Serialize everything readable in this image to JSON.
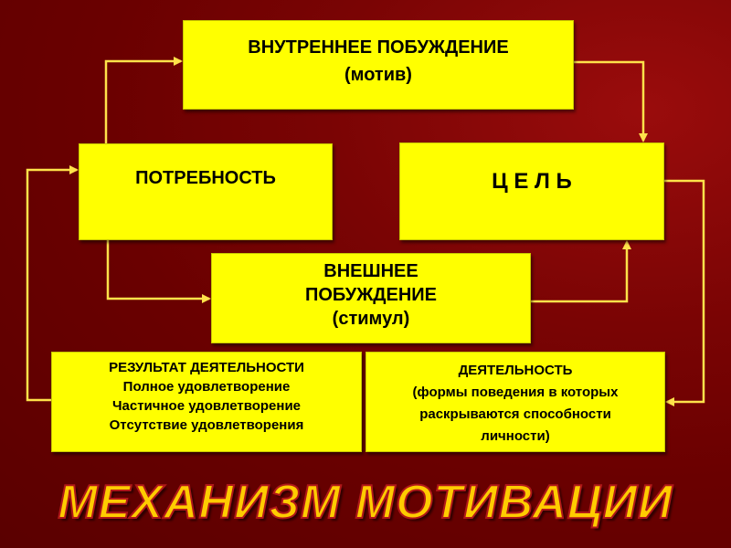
{
  "title": "МЕХАНИЗМ МОТИВАЦИИ",
  "nodes": {
    "motive": {
      "line1": "ВНУТРЕННЕЕ ПОБУЖДЕНИЕ",
      "line2": "(мотив)"
    },
    "need": {
      "label": "ПОТРЕБНОСТЬ"
    },
    "goal": {
      "label": "Ц Е Л Ь"
    },
    "stimulus": {
      "line1": "ВНЕШНЕЕ",
      "line2": "ПОБУЖДЕНИЕ",
      "line3": "(стимул)"
    },
    "result": {
      "line1": "РЕЗУЛЬТАТ ДЕЯТЕЛЬНОСТИ",
      "line2": "Полное удовлетворение",
      "line3": "Частичное удовлетворение",
      "line4": "Отсутствие удовлетворения"
    },
    "activity": {
      "line1": "ДЕЯТЕЛЬНОСТЬ",
      "line2": "(формы поведения в которых",
      "line3": "раскрываются способности",
      "line4": "личности)"
    }
  },
  "colors": {
    "background": "#7a0404",
    "box_fill": "#ffff00",
    "arrow": "#ffe24a",
    "title_fill": "#ffcc00",
    "title_outline": "#b01818"
  },
  "edges": [
    {
      "from": "need",
      "to": "motive"
    },
    {
      "from": "motive",
      "to": "goal"
    },
    {
      "from": "need",
      "to": "stimulus"
    },
    {
      "from": "stimulus",
      "to": "goal"
    },
    {
      "from": "goal",
      "to": "activity"
    },
    {
      "from": "result",
      "to": "need"
    }
  ]
}
